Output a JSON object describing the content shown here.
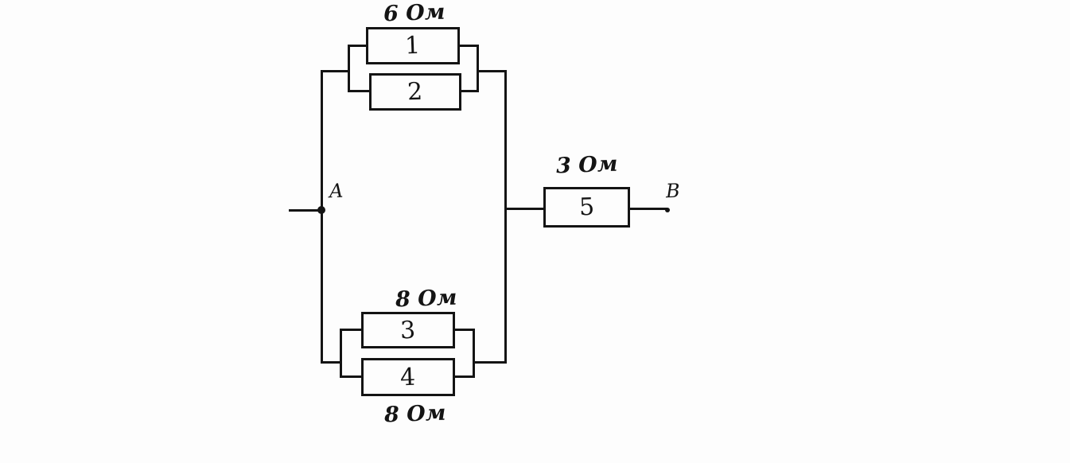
{
  "diagram_type": "hand-drawn electrical circuit with five resistors",
  "labels": {
    "top_value": "6 Ом",
    "mid_value": "3 Ом",
    "bottom_value_upper": "8 Ом",
    "bottom_value_lower": "8 Ом",
    "node_a": "A",
    "node_b": "В"
  },
  "resistors": {
    "r1": "1",
    "r2": "2",
    "r3": "3",
    "r4": "4",
    "r5": "5"
  },
  "colors": {
    "ink": "#141414",
    "background": "#fdfdfd"
  }
}
